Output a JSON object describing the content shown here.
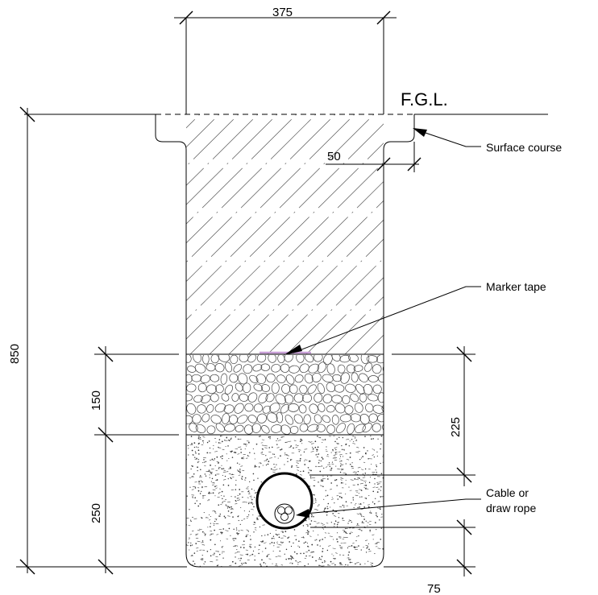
{
  "labels": {
    "fgl": "F.G.L.",
    "surface_course": "Surface course",
    "marker_tape": "Marker tape",
    "cable_line1": "Cable or",
    "cable_line2": "draw rope"
  },
  "dimensions": {
    "top_width": "375",
    "kerb_width": "50",
    "total_depth": "850",
    "bedding": "150",
    "cover": "250",
    "upper_right": "225",
    "lower_right": "75"
  },
  "colors": {
    "line": "#000000",
    "marker_tape": "#c9a0d8"
  }
}
